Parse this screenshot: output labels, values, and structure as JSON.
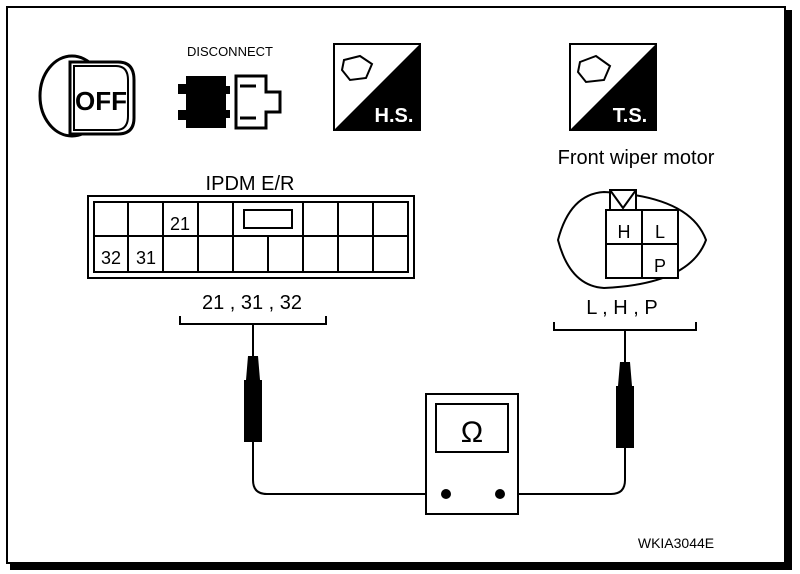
{
  "icons": {
    "disconnect_label": "DISCONNECT",
    "ignition_label": "OFF",
    "hs_label": "H.S.",
    "ts_label": "T.S."
  },
  "ipdm": {
    "title": "IPDM E/R",
    "pin_21": "21",
    "pin_32": "32",
    "pin_31": "31",
    "terminals": "21 , 31 , 32"
  },
  "wiper": {
    "title": "Front wiper motor",
    "pin_h": "H",
    "pin_l": "L",
    "pin_p": "P",
    "terminals": "L , H , P"
  },
  "meter": {
    "symbol": "Ω"
  },
  "figure_code": "WKIA3044E"
}
